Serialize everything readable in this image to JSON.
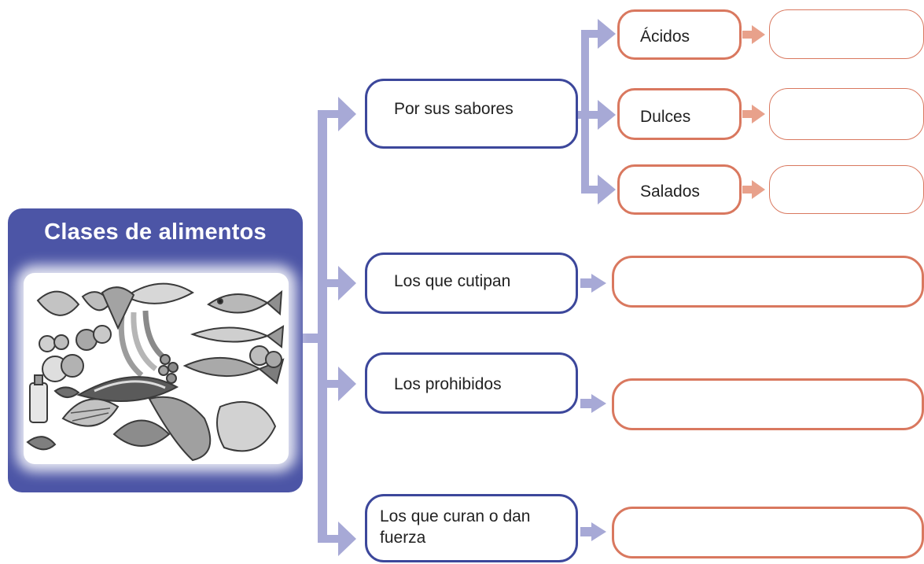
{
  "title": "Clases de alimentos",
  "illustration": {
    "subject": "food-illustration",
    "icon": "food-collage-icon"
  },
  "categories": [
    {
      "label": "Por sus sabores",
      "children": [
        {
          "label": "Ácidos"
        },
        {
          "label": "Dulces"
        },
        {
          "label": "Salados"
        }
      ]
    },
    {
      "label": "Los que cutipan"
    },
    {
      "label": "Los prohibidos"
    },
    {
      "label": "Los que curan o dan fuerza"
    }
  ],
  "colors": {
    "main_box": "#4c55a6",
    "blue_border": "#3c479b",
    "blue_arrow": "#a7a9d6",
    "red_border": "#d9785f",
    "red_arrow": "#e8a18b"
  }
}
